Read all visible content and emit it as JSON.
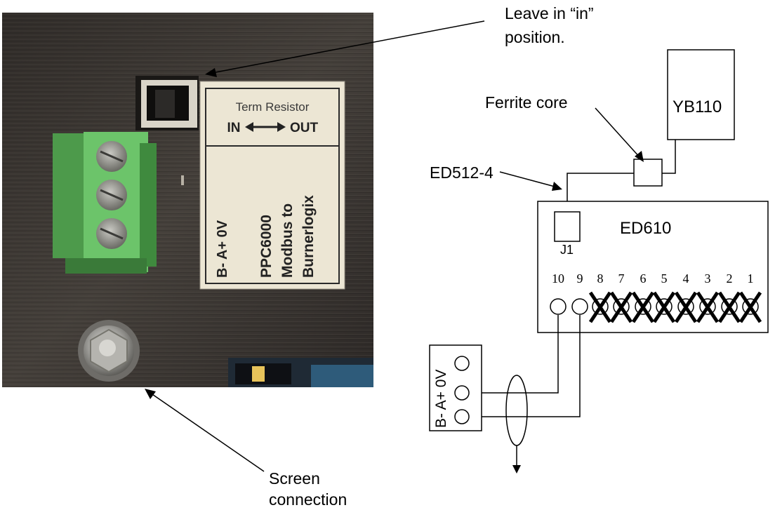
{
  "photo": {
    "sticker_line1": "Term Resistor",
    "sticker_in": "IN",
    "sticker_out": "OUT",
    "sticker_terminals": "B-  A+  0V",
    "sticker_model": "PPC6000",
    "sticker_line2": "Modbus to",
    "sticker_line3": "Burnerlogix"
  },
  "callouts": {
    "leave_in_line1": "Leave in “in”",
    "leave_in_line2": "position.",
    "screen_line1": "Screen",
    "screen_line2": "connection"
  },
  "schematic": {
    "yb110": "YB110",
    "ferrite": "Ferrite core",
    "cable": "ED512-4",
    "ed610": "ED610",
    "j1": "J1",
    "terminal_labels": [
      "10",
      "9",
      "8",
      "7",
      "6",
      "5",
      "4",
      "3",
      "2",
      "1"
    ],
    "crossed_terminals": [
      "8",
      "7",
      "6",
      "5",
      "4",
      "3",
      "2",
      "1"
    ],
    "connector_label": "B- A+ 0V"
  },
  "colors": {
    "panel": "#3a3633",
    "terminal_green": "#6cc46a",
    "sticker": "#ece6d4"
  }
}
